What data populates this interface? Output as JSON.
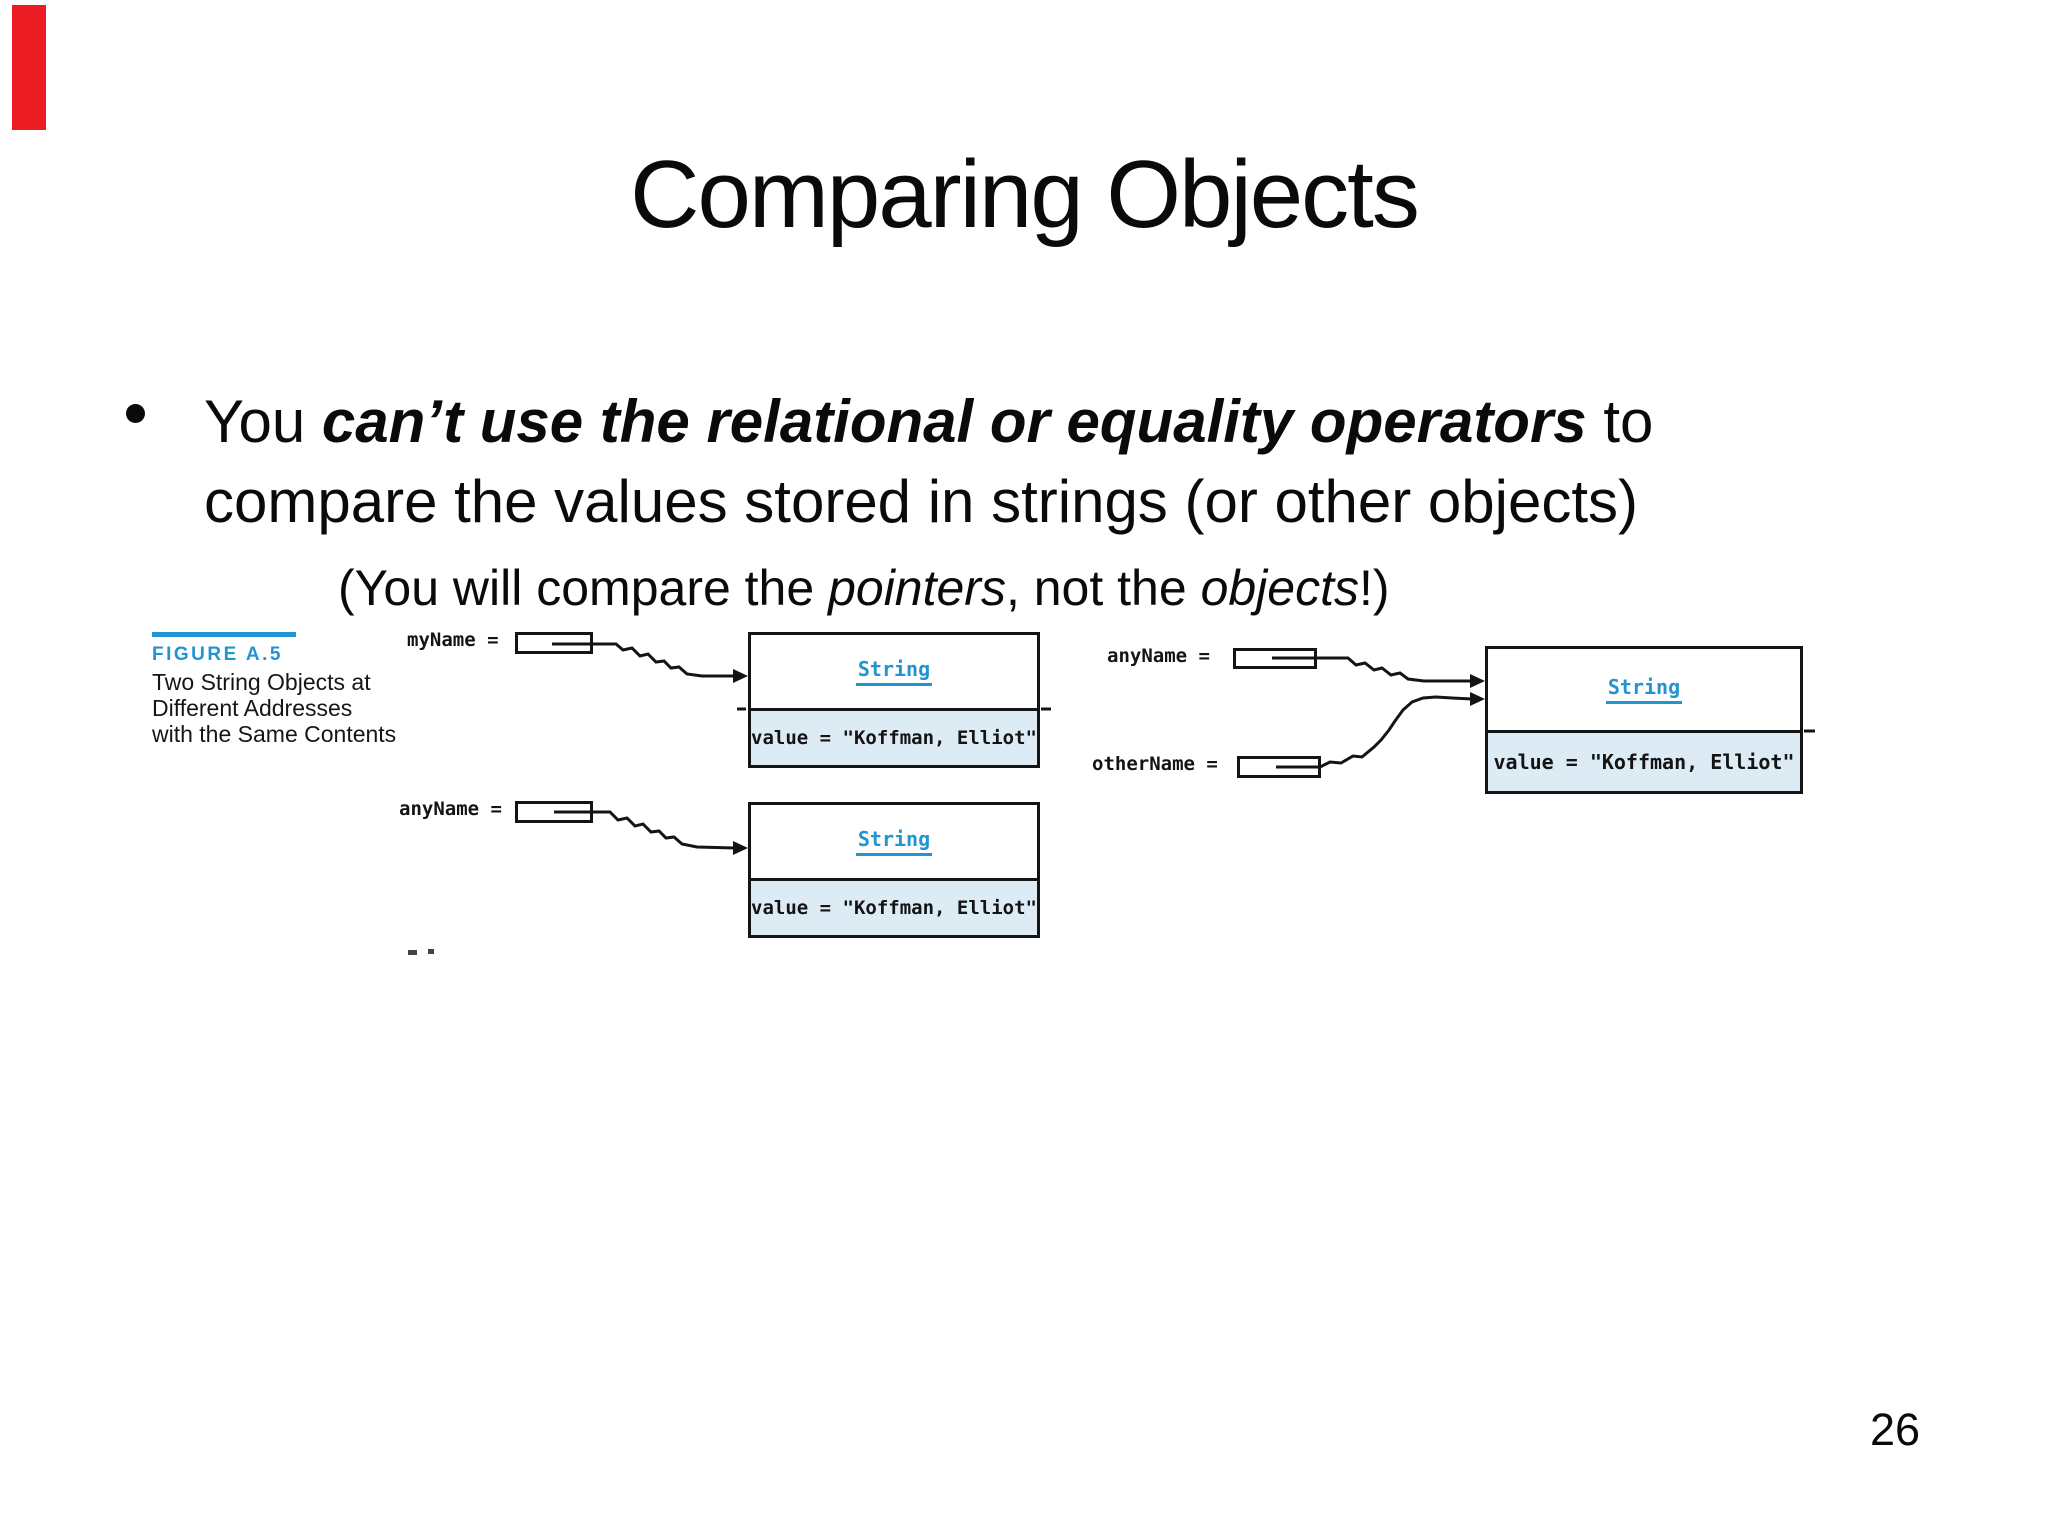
{
  "slide": {
    "title": "Comparing Objects",
    "page_number": "26",
    "bullet": {
      "prefix": "You ",
      "emphasis": "can’t use the relational or equality operators",
      "suffix": " to",
      "line2": "compare the values stored in strings (or other objects)",
      "note_open": "(You will compare the ",
      "note_italic1": "pointers",
      "note_middle": ", not the ",
      "note_italic2": "objects",
      "note_close": "!)"
    },
    "figure": {
      "label": "FIGURE A.5",
      "caption_lines": [
        "Two String Objects at",
        "Different Addresses",
        "with the Same Contents"
      ],
      "left": {
        "pointer1_label": "myName =",
        "pointer2_label": "anyName =",
        "object1": {
          "class_name": "String",
          "value_text": "value = \"Koffman, Elliot\""
        },
        "object2": {
          "class_name": "String",
          "value_text": "value = \"Koffman, Elliot\""
        }
      },
      "right": {
        "pointer1_label": "anyName =",
        "pointer2_label": "otherName =",
        "object": {
          "class_name": "String",
          "value_text": "value = \"Koffman, Elliot\""
        }
      },
      "colors": {
        "accent_blue": "#2095d2",
        "value_background": "#ddebf5",
        "line_black": "#141414",
        "red_bar": "#ec1c24"
      }
    }
  }
}
